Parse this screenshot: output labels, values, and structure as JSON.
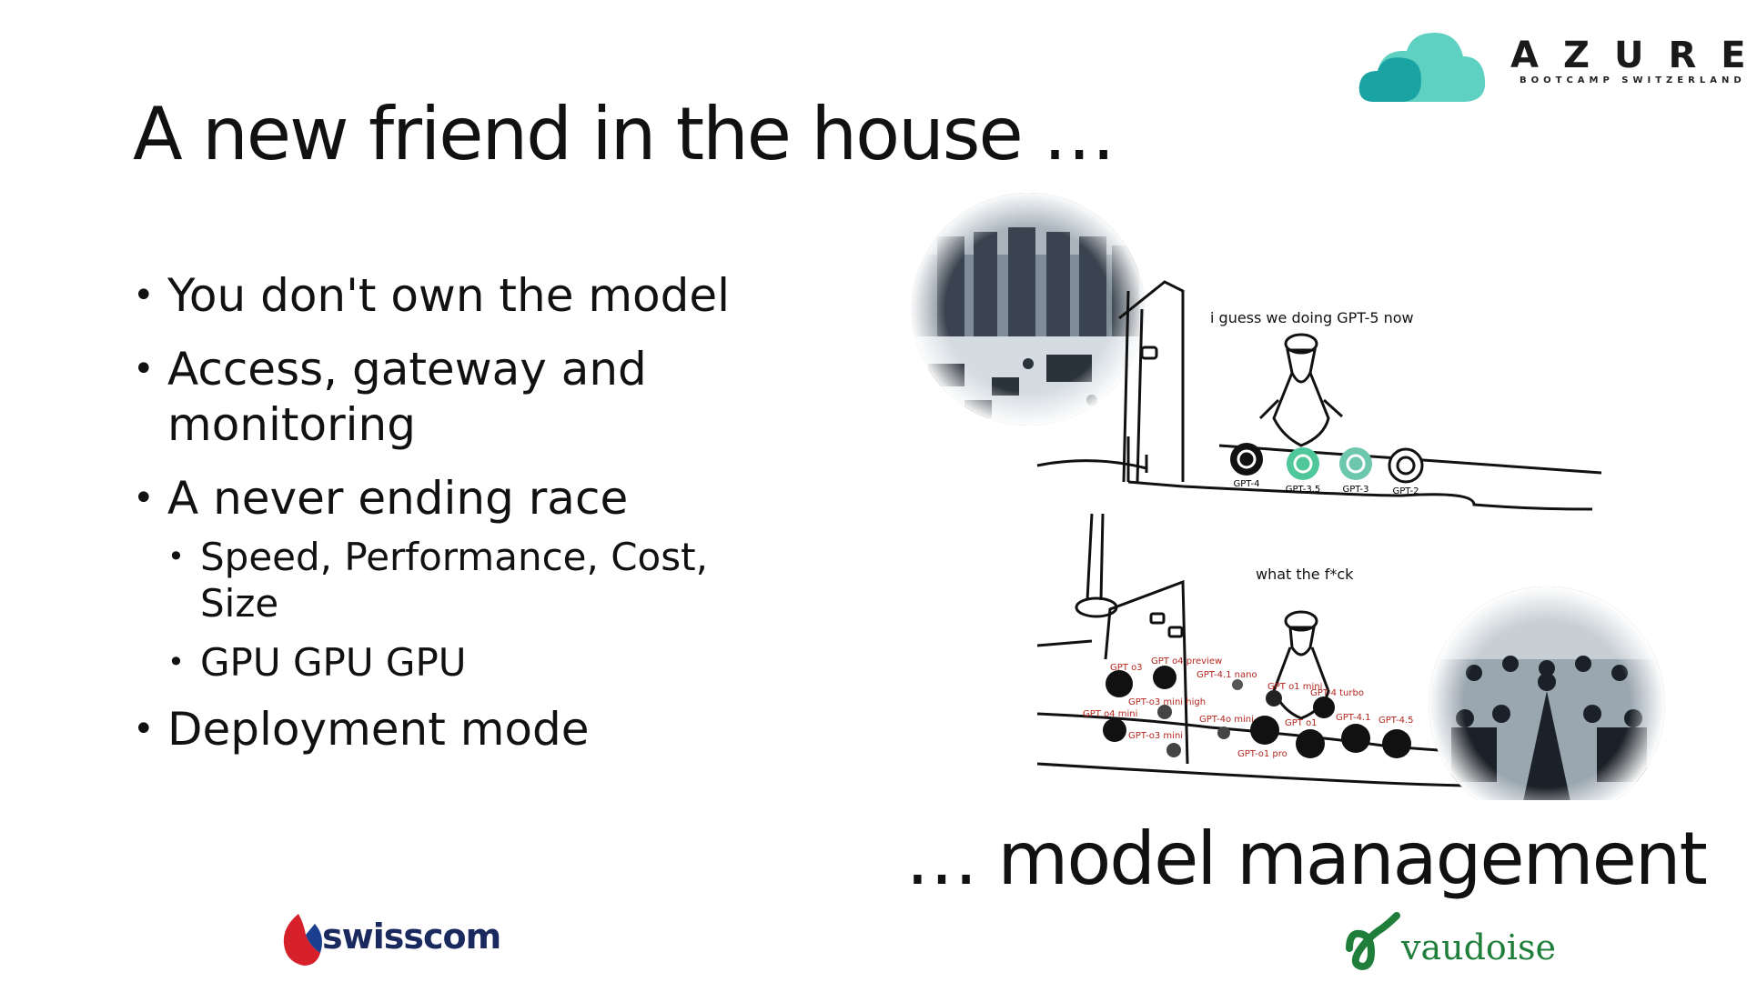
{
  "logo": {
    "word": "AZURE",
    "tagline": "BOOTCAMP SWITZERLAND",
    "colors": {
      "cloud_dark": "#1aa3a3",
      "cloud_light": "#5fd1c3"
    }
  },
  "title": "A new friend in the house …",
  "bullets": [
    {
      "text": "You don't own the model"
    },
    {
      "text": "Access, gateway and monitoring"
    },
    {
      "text": "A never ending race"
    },
    {
      "text": "Speed, Performance, Cost, Size",
      "level": 2
    },
    {
      "text": "GPU GPU GPU",
      "level": 2
    },
    {
      "text": "Deployment mode"
    }
  ],
  "sketch": {
    "top_caption": "i guess we doing GPT-5 now",
    "top_models": [
      "GPT-4",
      "GPT-3.5",
      "GPT-3",
      "GPT-2"
    ],
    "bottom_caption": "what the f*ck",
    "bottom_models": [
      "GPT o3",
      "GPT o4 preview",
      "GPT-4.1 nano",
      "GPT o1 mini",
      "GPT-o3 mini high",
      "GPT-4 turbo",
      "GPT o4 mini",
      "GPT-4o mini",
      "GPT o1",
      "GPT-4.1",
      "GPT-4.5",
      "GPT-o3 mini",
      "GPT-o1 pro"
    ],
    "icons": {
      "warehouse": "warehouse-photo",
      "orchestra": "orchestra-photo"
    }
  },
  "footer_heading": "… model management",
  "sponsors": {
    "left": {
      "name": "swisscom"
    },
    "right": {
      "name": "vaudoise"
    }
  }
}
